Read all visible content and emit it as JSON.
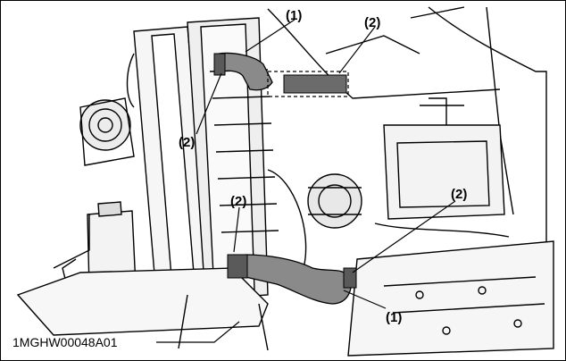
{
  "figure": {
    "id_label": "1MGHW00048A01",
    "callouts": {
      "upper_hose_1": "(1)",
      "upper_clamp_2_top": "(2)",
      "upper_clamp_2_left": "(2)",
      "lower_clamp_2_left": "(2)",
      "lower_clamp_2_right": "(2)",
      "lower_hose_1": "(1)"
    }
  },
  "colors": {
    "line": "#000000",
    "hose_fill": "#8a8a8a",
    "hose_dark": "#5a5a5a",
    "metal": "#f2f2f2",
    "background": "#ffffff"
  }
}
